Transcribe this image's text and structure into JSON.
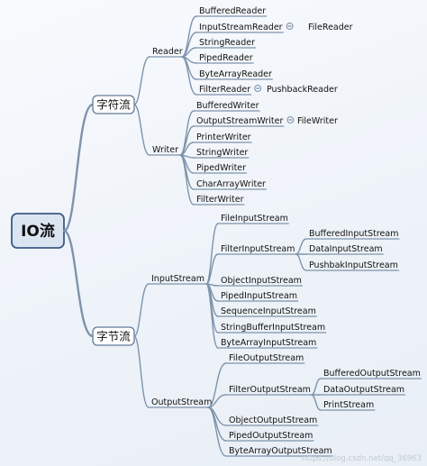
{
  "root": "IO流",
  "children": [
    {
      "label": "字符流",
      "children": [
        {
          "label": "Reader",
          "children": [
            {
              "label": "BufferedReader"
            },
            {
              "label": "InputStreamReader",
              "collapsed": true,
              "children": [
                {
                  "label": "FileReader"
                }
              ]
            },
            {
              "label": "StringReader"
            },
            {
              "label": "PipedReader"
            },
            {
              "label": "ByteArrayReader"
            },
            {
              "label": "FilterReader",
              "collapsed": true,
              "children": [
                {
                  "label": "PushbackReader"
                }
              ]
            }
          ]
        },
        {
          "label": "Writer",
          "children": [
            {
              "label": "BufferedWriter"
            },
            {
              "label": "OutputStreamWriter",
              "collapsed": true,
              "children": [
                {
                  "label": "FileWriter"
                }
              ]
            },
            {
              "label": "PrinterWriter"
            },
            {
              "label": "StringWriter"
            },
            {
              "label": "PipedWriter"
            },
            {
              "label": "CharArrayWriter"
            },
            {
              "label": "FilterWriter"
            }
          ]
        }
      ]
    },
    {
      "label": "字节流",
      "children": [
        {
          "label": "InputStream",
          "children": [
            {
              "label": "FileInputStream"
            },
            {
              "label": "FilterInputStream",
              "children": [
                {
                  "label": "BufferedInputStream"
                },
                {
                  "label": "DataInputStream"
                },
                {
                  "label": "PushbakInputStream"
                }
              ]
            },
            {
              "label": "ObjectInputStream"
            },
            {
              "label": "PipedInputStream"
            },
            {
              "label": "SequenceInputStream"
            },
            {
              "label": "StringBufferInputStream"
            },
            {
              "label": "ByteArrayInputStream"
            }
          ]
        },
        {
          "label": "OutputStream",
          "children": [
            {
              "label": "FileOutputStream"
            },
            {
              "label": "FilterOutputStream",
              "children": [
                {
                  "label": "BufferedOutputStream"
                },
                {
                  "label": "DataOutputStream"
                },
                {
                  "label": "PrintStream"
                }
              ]
            },
            {
              "label": "ObjectOutputStream"
            },
            {
              "label": "PipedOutputStream"
            },
            {
              "label": "ByteArrayOutputStream"
            }
          ]
        }
      ]
    }
  ],
  "watermark": "https://blog.csdn.net/qq_36963"
}
